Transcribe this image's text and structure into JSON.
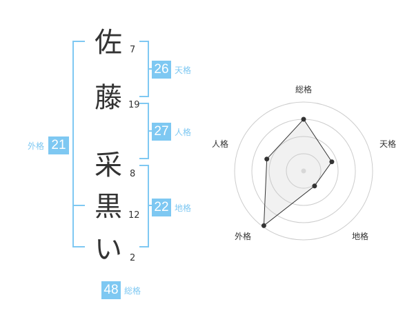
{
  "name_chars": [
    {
      "char": "佐",
      "strokes": "7"
    },
    {
      "char": "藤",
      "strokes": "19"
    },
    {
      "char": "采",
      "strokes": "8"
    },
    {
      "char": "黒",
      "strokes": "12"
    },
    {
      "char": "い",
      "strokes": "2"
    }
  ],
  "fortunes": {
    "tenkaku": {
      "value": "26",
      "label": "天格"
    },
    "jinkaku": {
      "value": "27",
      "label": "人格"
    },
    "chikaku": {
      "value": "22",
      "label": "地格"
    },
    "gaikaku": {
      "value": "21",
      "label": "外格"
    },
    "soukaku": {
      "value": "48",
      "label": "総格"
    }
  },
  "radar": {
    "axes": [
      "総格",
      "天格",
      "地格",
      "外格",
      "人格"
    ],
    "values": [
      0.75,
      0.43,
      0.27,
      0.98,
      0.56
    ]
  },
  "colors": {
    "accent": "#7ec8f2",
    "text": "#333333",
    "grid": "#cccccc"
  }
}
